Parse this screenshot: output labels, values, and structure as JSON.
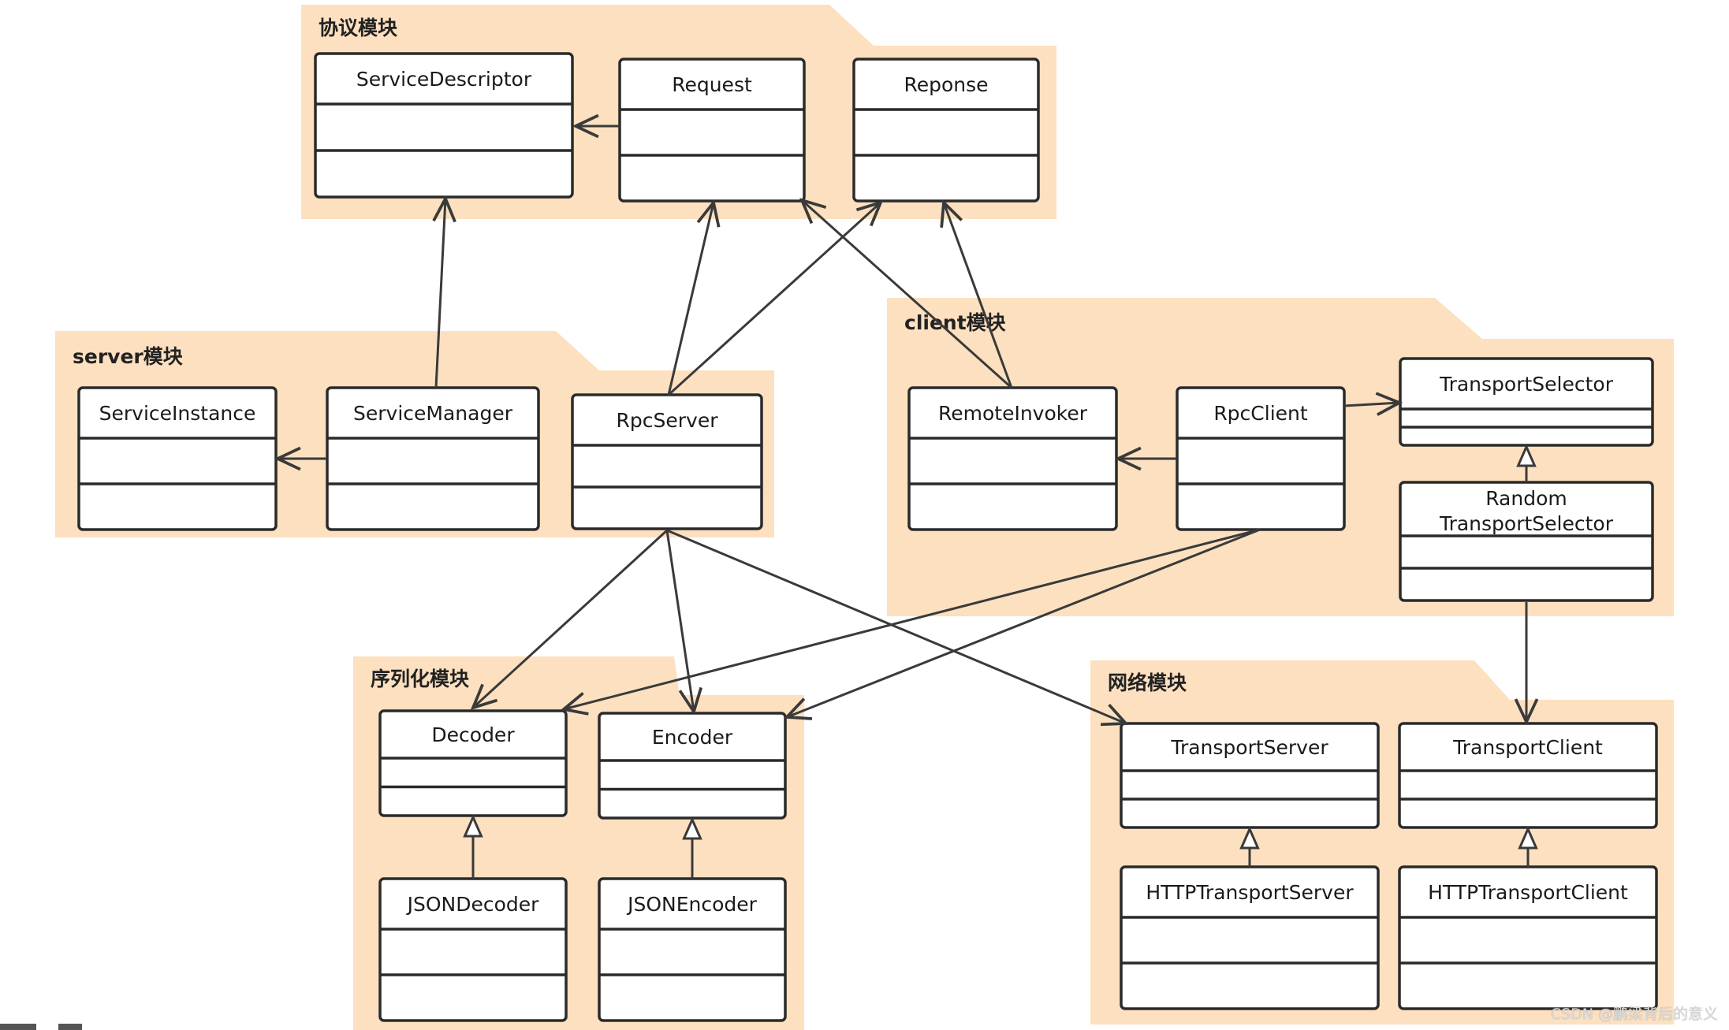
{
  "packages": [
    {
      "id": "protocol",
      "label": "协议模块"
    },
    {
      "id": "server",
      "label": "server模块"
    },
    {
      "id": "client",
      "label": "client模块"
    },
    {
      "id": "codec",
      "label": "序列化模块"
    },
    {
      "id": "transport",
      "label": "网络模块"
    }
  ],
  "classes": {
    "service_descriptor": {
      "name": "ServiceDescriptor"
    },
    "request": {
      "name": "Request"
    },
    "reponse": {
      "name": "Reponse"
    },
    "service_instance": {
      "name": "ServiceInstance"
    },
    "service_manager": {
      "name": "ServiceManager"
    },
    "rpc_server": {
      "name": "RpcServer"
    },
    "remote_invoker": {
      "name": "RemoteInvoker"
    },
    "rpc_client": {
      "name": "RpcClient"
    },
    "transport_selector": {
      "name": "TransportSelector"
    },
    "random_transport_selector": {
      "name_line1": "Random",
      "name_line2": "TransportSelector"
    },
    "decoder": {
      "name": "Decoder"
    },
    "encoder": {
      "name": "Encoder"
    },
    "json_decoder": {
      "name": "JSONDecoder"
    },
    "json_encoder": {
      "name": "JSONEncoder"
    },
    "transport_server": {
      "name": "TransportServer"
    },
    "transport_client": {
      "name": "TransportClient"
    },
    "http_transport_server": {
      "name": "HTTPTransportServer"
    },
    "http_transport_client": {
      "name": "HTTPTransportClient"
    }
  },
  "relations": [
    {
      "from": "Request",
      "to": "ServiceDescriptor",
      "kind": "association"
    },
    {
      "from": "ServiceManager",
      "to": "ServiceDescriptor",
      "kind": "association"
    },
    {
      "from": "ServiceManager",
      "to": "ServiceInstance",
      "kind": "association"
    },
    {
      "from": "RpcServer",
      "to": "Request",
      "kind": "association"
    },
    {
      "from": "RpcServer",
      "to": "Reponse",
      "kind": "association"
    },
    {
      "from": "RpcServer",
      "to": "Decoder",
      "kind": "association"
    },
    {
      "from": "RpcServer",
      "to": "Encoder",
      "kind": "association"
    },
    {
      "from": "RpcServer",
      "to": "TransportServer",
      "kind": "association"
    },
    {
      "from": "RemoteInvoker",
      "to": "Request",
      "kind": "association"
    },
    {
      "from": "RemoteInvoker",
      "to": "Reponse",
      "kind": "association"
    },
    {
      "from": "RpcClient",
      "to": "RemoteInvoker",
      "kind": "association"
    },
    {
      "from": "RpcClient",
      "to": "TransportSelector",
      "kind": "association"
    },
    {
      "from": "RpcClient",
      "to": "Decoder",
      "kind": "association"
    },
    {
      "from": "RpcClient",
      "to": "Encoder",
      "kind": "association"
    },
    {
      "from": "RandomTransportSelector",
      "to": "TransportSelector",
      "kind": "realization"
    },
    {
      "from": "RandomTransportSelector",
      "to": "TransportClient",
      "kind": "association"
    },
    {
      "from": "JSONDecoder",
      "to": "Decoder",
      "kind": "realization"
    },
    {
      "from": "JSONEncoder",
      "to": "Encoder",
      "kind": "realization"
    },
    {
      "from": "HTTPTransportServer",
      "to": "TransportServer",
      "kind": "realization"
    },
    {
      "from": "HTTPTransportClient",
      "to": "TransportClient",
      "kind": "realization"
    }
  ],
  "watermark": "CSDN @鹏梁背后的意义",
  "colors": {
    "package_fill": "#fde0c0",
    "class_fill": "#ffffff",
    "stroke": "#3a3a3a"
  }
}
